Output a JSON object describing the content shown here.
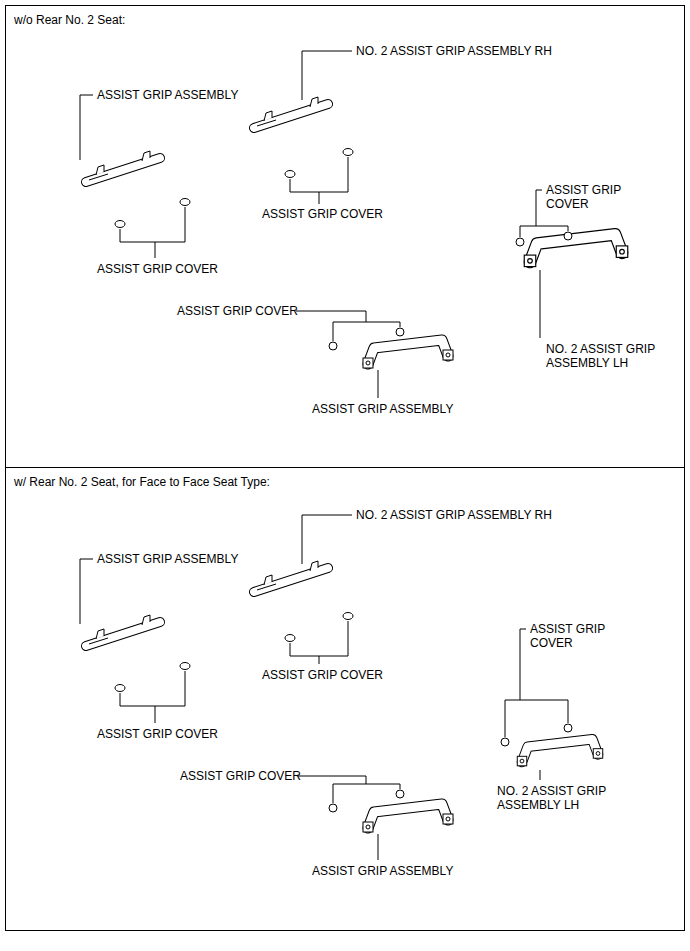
{
  "diagram": {
    "nodes": [
      {
        "text": [
          "w/o Rear No. 2 Seat:"
        ]
      },
      {
        "text": [
          "w/ Rear No. 2 Seat, for Face to Face Seat Type:"
        ]
      }
    ],
    "labels": [
      "NO. 2 ASSIST GRIP ASSEMBLY RH",
      "ASSIST GRIP ASSEMBLY",
      "ASSIST GRIP COVER",
      "ASSIST GRIP COVER",
      "ASSIST GRIP COVER",
      "ASSIST GRIP COVER",
      "NO. 2 ASSIST GRIP ASSEMBLY LH",
      "ASSIST GRIP ASSEMBLY",
      "NO. 2 ASSIST GRIP ASSEMBLY RH",
      "ASSIST GRIP ASSEMBLY",
      "ASSIST GRIP COVER",
      "ASSIST GRIP COVER",
      "ASSIST GRIP COVER",
      "ASSIST GRIP COVER",
      "NO. 2 ASSIST GRIP ASSEMBLY LH",
      "ASSIST GRIP ASSEMBLY"
    ]
  }
}
